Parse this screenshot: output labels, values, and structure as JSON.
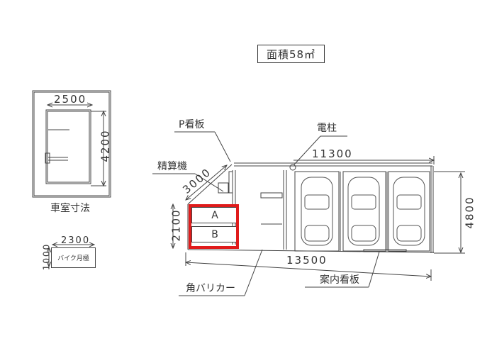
{
  "title": {
    "area_label": "面積58㎡"
  },
  "car_room": {
    "caption": "車室寸法",
    "width_dim": "2500",
    "length_dim": "4200"
  },
  "bike_slot": {
    "label": "バイク月極",
    "width_dim": "2300",
    "length_dim": "1000"
  },
  "site_plan": {
    "labels": {
      "p_sign": "P看板",
      "utility_pole": "電柱",
      "payment_machine": "精算機",
      "corner_barricade": "角バリカー",
      "guide_sign": "案内看板"
    },
    "dimensions": {
      "top_length": "11300",
      "bottom_length": "13500",
      "depth": "4800",
      "diagonal": "3000",
      "left_depth": "2100"
    },
    "slots": [
      {
        "label": "A"
      },
      {
        "label": "B"
      }
    ],
    "parking_bays": 3,
    "highlight_color": "#e01b1b"
  }
}
